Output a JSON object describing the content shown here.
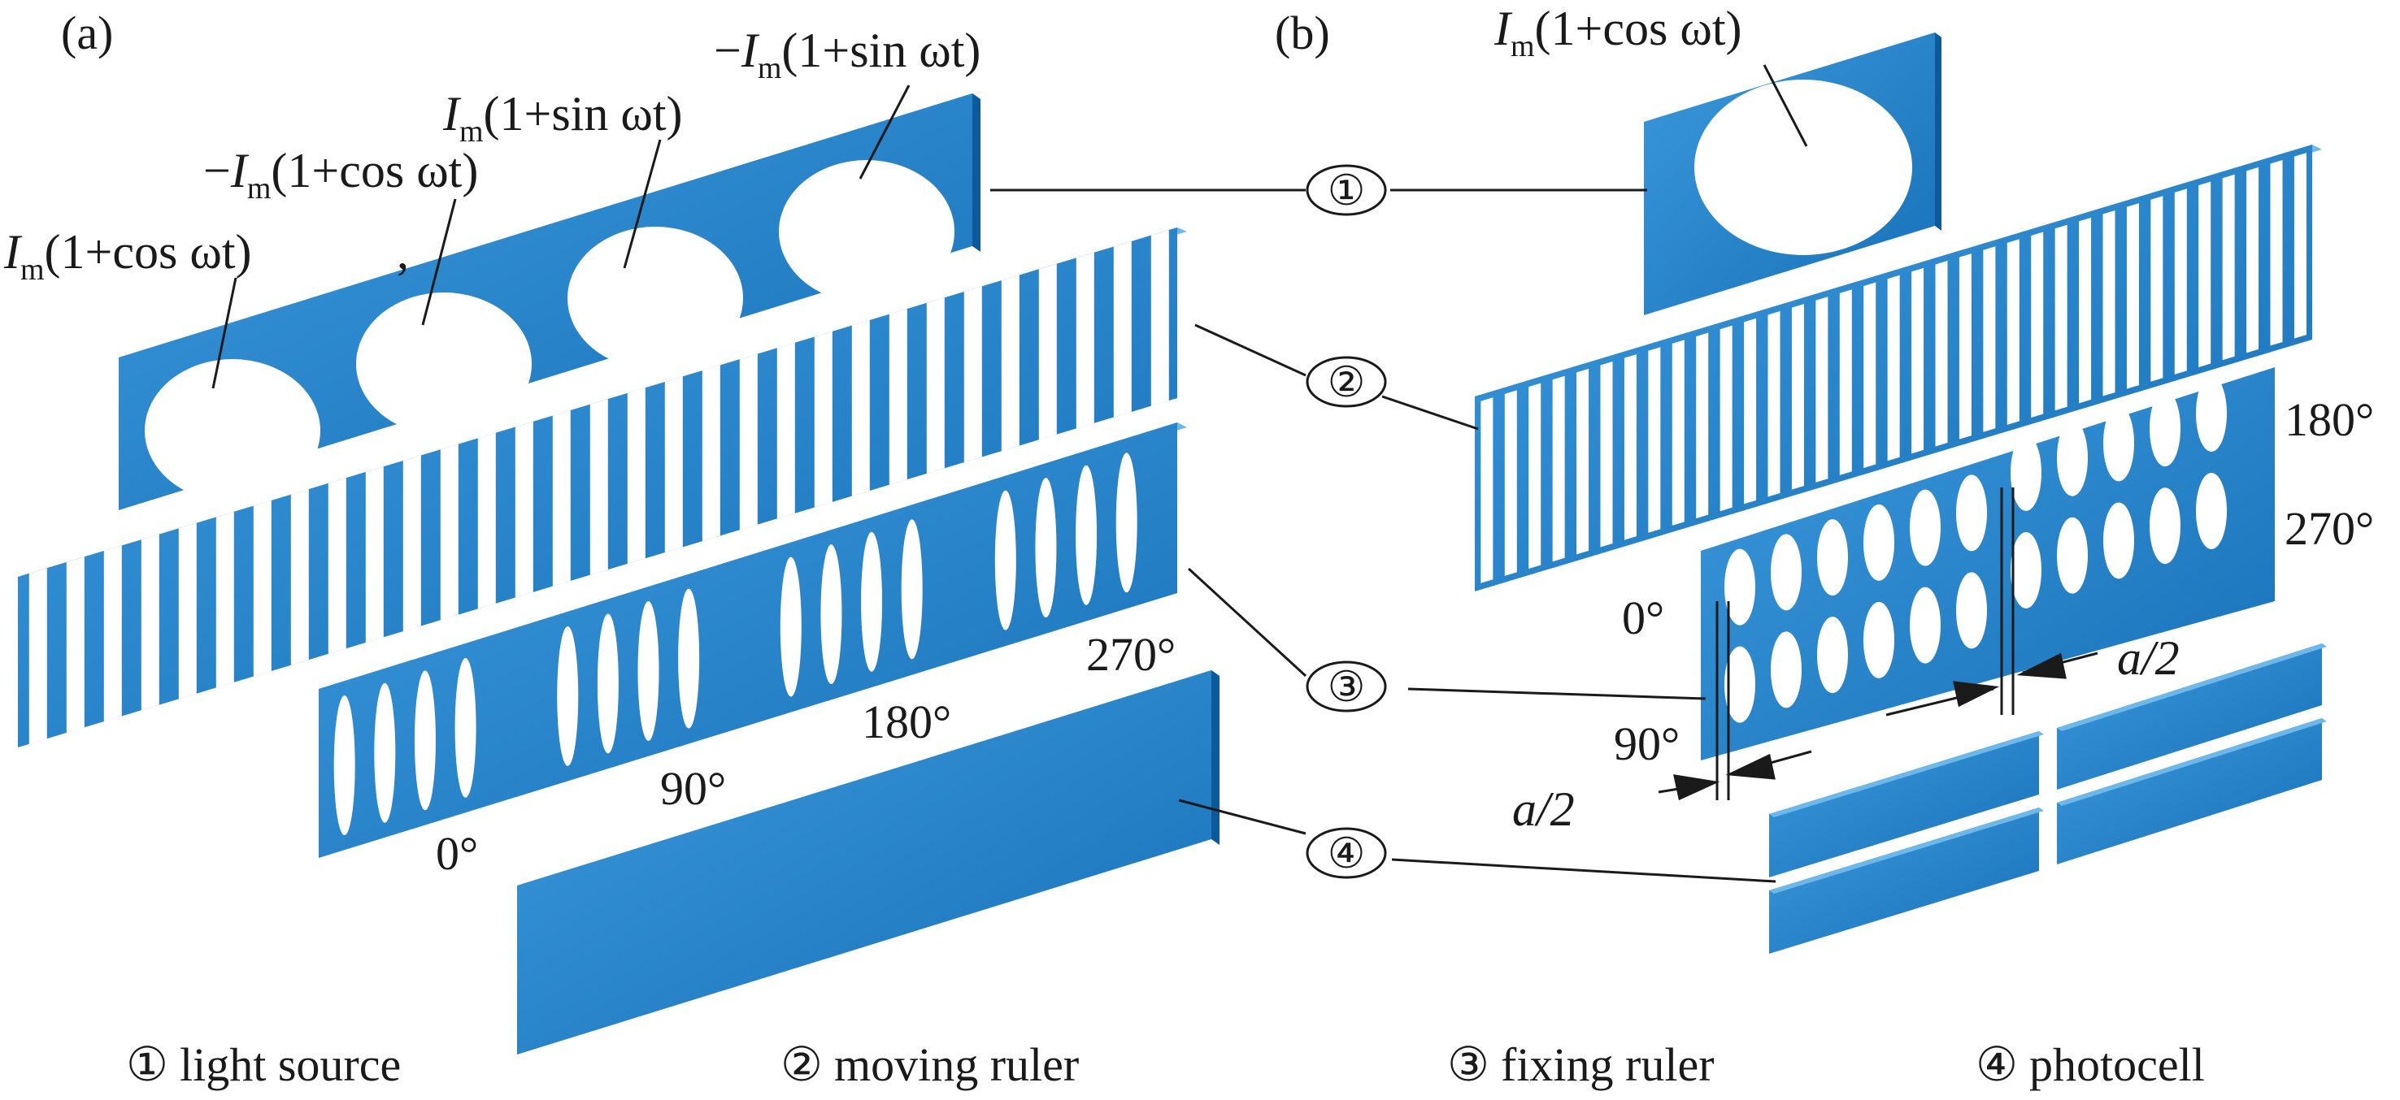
{
  "panels": {
    "a": {
      "tag": "(a)",
      "signals": [
        {
          "prefix": "",
          "I": "I",
          "sub": "m",
          "expr": "(1+cos ωt)"
        },
        {
          "prefix": "−",
          "I": "I",
          "sub": "m",
          "expr": "(1+cos ωt)"
        },
        {
          "prefix": "",
          "I": "I",
          "sub": "m",
          "expr": "(1+sin ωt)"
        },
        {
          "prefix": "−",
          "I": "I",
          "sub": "m",
          "expr": "(1+sin ωt)"
        }
      ],
      "angles": [
        "0°",
        "90°",
        "180°",
        "270°"
      ],
      "comma": ","
    },
    "b": {
      "tag": "(b)",
      "signal": {
        "prefix": "",
        "I": "I",
        "sub": "m",
        "expr": "(1+cos ωt)"
      },
      "angles": [
        "0°",
        "90°",
        "180°",
        "270°"
      ],
      "gap_label": "a/2"
    }
  },
  "callouts": [
    "①",
    "②",
    "③",
    "④"
  ],
  "legend": [
    {
      "symbol": "①",
      "text": "light source"
    },
    {
      "symbol": "②",
      "text": "moving ruler"
    },
    {
      "symbol": "③",
      "text": "fixing ruler"
    },
    {
      "symbol": "④",
      "text": "photocell"
    }
  ],
  "colors": {
    "plate_face": "#1f7fc8",
    "plate_top": "#5fb0e8",
    "plate_side": "#0d5a9a",
    "leader": "#1a1a1a",
    "hole": "#ffffff"
  }
}
